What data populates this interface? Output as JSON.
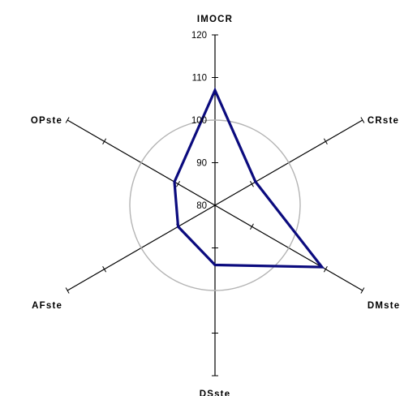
{
  "chart_data": {
    "type": "radar",
    "categories": [
      "IMOCR",
      "CRste",
      "DMste",
      "DSste",
      "AFste",
      "OPste"
    ],
    "series": [
      {
        "values": [
          107,
          91,
          109,
          94,
          90,
          91
        ],
        "color": "#0b0b7e"
      }
    ],
    "reference_circle": {
      "value": 100,
      "color": "#b4b4b4"
    },
    "rlim": [
      80,
      120
    ],
    "tick_labels": [
      "80",
      "90",
      "100",
      "110",
      "120"
    ],
    "tick_step": 10,
    "axis_color": "#000000"
  }
}
